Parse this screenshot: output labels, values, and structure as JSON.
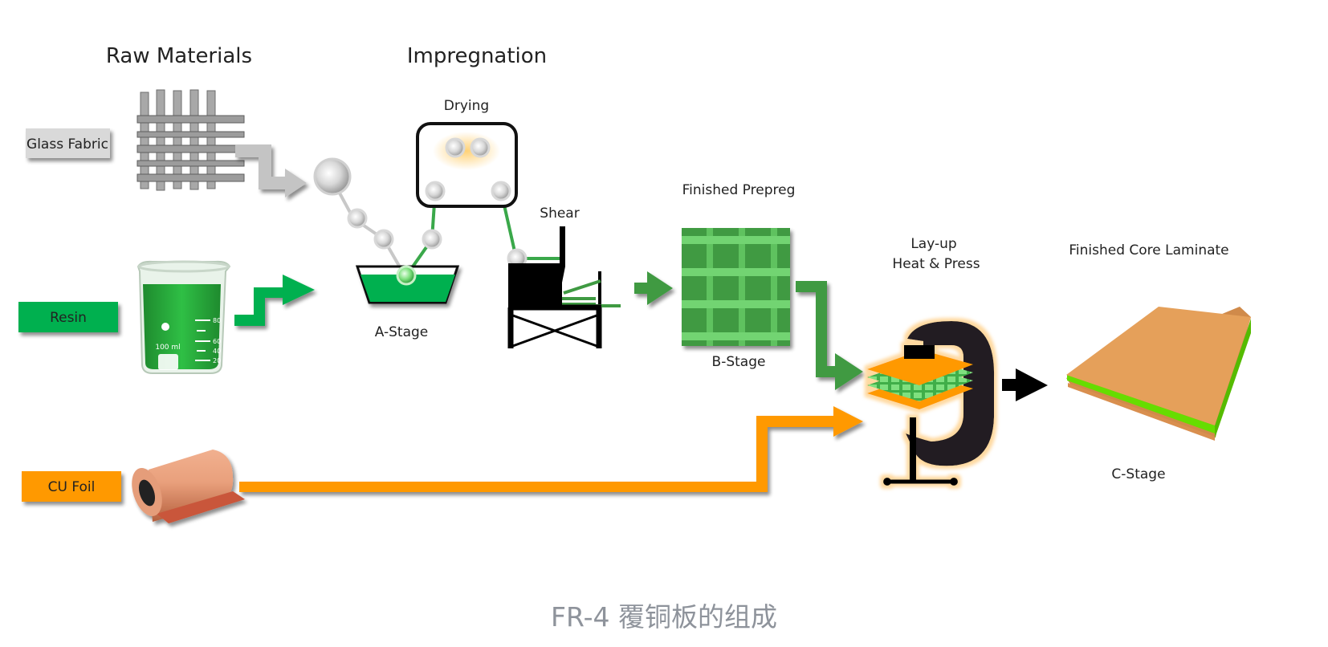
{
  "sections": {
    "raw_materials": "Raw Materials",
    "impregnation": "Impregnation"
  },
  "materials": [
    {
      "label": "Glass Fabric",
      "color": "#d9d9d9",
      "text_color": "#222222"
    },
    {
      "label": "Resin",
      "color": "#00b050",
      "text_color": "#ffffff"
    },
    {
      "label": "CU Foil",
      "color": "#ff9900",
      "text_color": "#3a2a00"
    }
  ],
  "stages": {
    "drying": "Drying",
    "a_stage": "A-Stage",
    "shear": "Shear",
    "finished_prepreg": "Finished Prepreg",
    "b_stage": "B-Stage",
    "layup_line1": "Lay-up",
    "layup_line2": "Heat & Press",
    "finished_core": "Finished Core Laminate",
    "c_stage": "C-Stage"
  },
  "beaker": {
    "volume_label": "100 ml",
    "scale_marks": [
      "80",
      "60",
      "40",
      "20"
    ]
  },
  "colors": {
    "glass": "#bfbfbf",
    "resin": "#00b050",
    "prepreg": "#3f9a42",
    "copper": "#ff9900",
    "laminate_top": "#e5a05a",
    "laminate_core": "#66dd00",
    "clamp": "#231f20",
    "arrow_final": "#000000"
  },
  "caption": "FR-4 覆铜板的组成"
}
